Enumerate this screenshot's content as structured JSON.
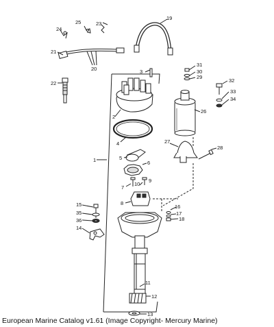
{
  "caption": "European Marine Catalog v1.61 (Image Copyright- Mercury Marine)",
  "callouts": [
    {
      "id": "1",
      "label": "1"
    },
    {
      "id": "2",
      "label": "2"
    },
    {
      "id": "3",
      "label": "3"
    },
    {
      "id": "4",
      "label": "4"
    },
    {
      "id": "5",
      "label": "5"
    },
    {
      "id": "6",
      "label": "6"
    },
    {
      "id": "7",
      "label": "7"
    },
    {
      "id": "8",
      "label": "8"
    },
    {
      "id": "9",
      "label": "9"
    },
    {
      "id": "10",
      "label": "10"
    },
    {
      "id": "11",
      "label": "11"
    },
    {
      "id": "12",
      "label": "12"
    },
    {
      "id": "13",
      "label": "13"
    },
    {
      "id": "14",
      "label": "14"
    },
    {
      "id": "15",
      "label": "15"
    },
    {
      "id": "16",
      "label": "16"
    },
    {
      "id": "17",
      "label": "17"
    },
    {
      "id": "18",
      "label": "18"
    },
    {
      "id": "19",
      "label": "19"
    },
    {
      "id": "20",
      "label": "20"
    },
    {
      "id": "21",
      "label": "21"
    },
    {
      "id": "22",
      "label": "22"
    },
    {
      "id": "23",
      "label": "23"
    },
    {
      "id": "24",
      "label": "24"
    },
    {
      "id": "25",
      "label": "25"
    },
    {
      "id": "26",
      "label": "26"
    },
    {
      "id": "27",
      "label": "27"
    },
    {
      "id": "28",
      "label": "28"
    },
    {
      "id": "29",
      "label": "29"
    },
    {
      "id": "30",
      "label": "30"
    },
    {
      "id": "31",
      "label": "31"
    },
    {
      "id": "32",
      "label": "32"
    },
    {
      "id": "33",
      "label": "33"
    },
    {
      "id": "34",
      "label": "34"
    },
    {
      "id": "35",
      "label": "35"
    },
    {
      "id": "36",
      "label": "36"
    }
  ]
}
